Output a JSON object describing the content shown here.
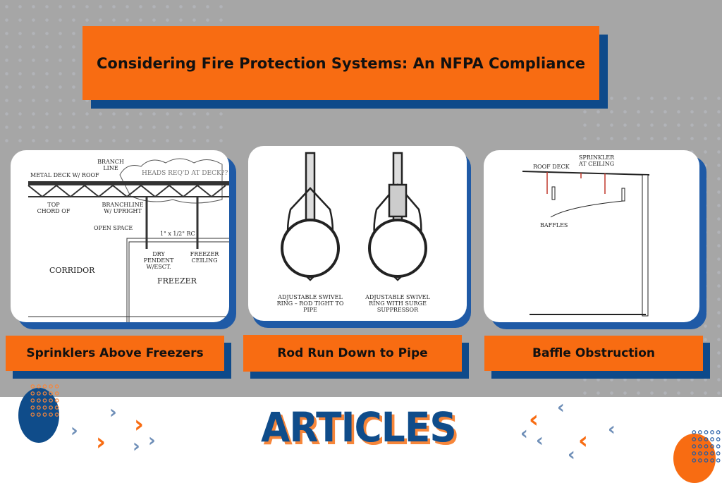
{
  "title": "Considering Fire Protection Systems: An NFPA Compliance",
  "cards": [
    {
      "caption": "Sprinklers Above Freezers",
      "labels": {
        "metal_deck": "METAL DECK W/ ROOF",
        "branch_line": "BRANCH LINE",
        "heads": "HEADS REQ'D AT DECK??",
        "top_chord": "TOP CHORD OF",
        "branchline": "BRANCHLINE W/ UPRIGHT",
        "open_space": "OPEN SPACE",
        "rc": "1\" x 1/2\" RC",
        "dry_pendent": "DRY PENDENT W/ESCT.",
        "freezer_ceiling": "FREEZER CEILING",
        "corridor": "CORRIDOR",
        "freezer": "FREEZER"
      }
    },
    {
      "caption": "Rod Run Down to Pipe",
      "labels": {
        "left": "ADJUSTABLE SWIVEL RING – ROD TIGHT TO PIPE",
        "right": "ADJUSTABLE SWIVEL RING WITH SURGE SUPPRESSOR"
      }
    },
    {
      "caption": "Baffle Obstruction",
      "labels": {
        "roof_deck": "ROOF DECK",
        "sprinkler": "SPRINKLER AT CEILING",
        "baffles": "BAFFLES"
      }
    }
  ],
  "footer": {
    "heading": "ARTICLES"
  },
  "colors": {
    "orange": "#f86c12",
    "navy": "#0e4a8a",
    "gray": "#a6a6a6"
  }
}
